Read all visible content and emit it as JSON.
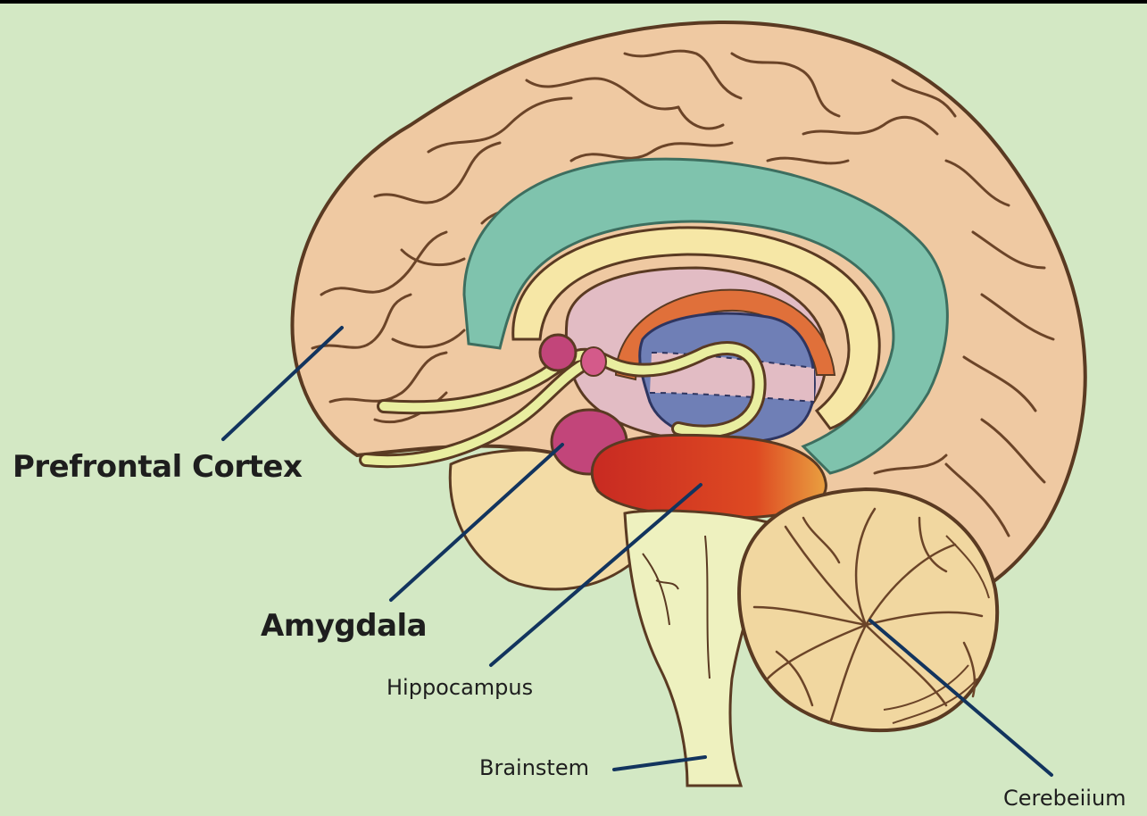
{
  "labels": {
    "prefrontal": "Prefrontal Cortex",
    "amygdala": "Amygdala",
    "hippocampus": "Hippocampus",
    "brainstem": "Brainstem",
    "cerebellum": "Cerebeiium"
  },
  "colors": {
    "background": "#d3e8c4",
    "cortex": "#efc9a2",
    "cortex_outline": "#5a3a22",
    "cingulate": "#7fc3ad",
    "corpus_callosum": "#f6e7a6",
    "thalamus_pink": "#e2bcc4",
    "thalamus_blue": "#6f7fb6",
    "hypothalamus_orange": "#e0703a",
    "amygdala": "#c2457a",
    "hippocampus": "#d23b22",
    "brainstem": "#eef1bf",
    "cerebellum": "#f1d7a0",
    "leader_line": "#12345e"
  }
}
